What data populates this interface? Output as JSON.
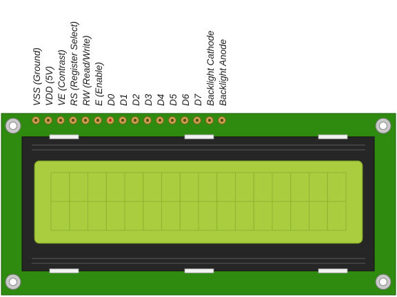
{
  "pins": [
    {
      "label": "VSS (Ground)"
    },
    {
      "label": "VDD (5V)"
    },
    {
      "label": "VE (Contrast)"
    },
    {
      "label": "RS (Register Select)"
    },
    {
      "label": "RW (Read/Write)"
    },
    {
      "label": "E (Enable)"
    },
    {
      "label": "D0"
    },
    {
      "label": "D1"
    },
    {
      "label": "D2"
    },
    {
      "label": "D3"
    },
    {
      "label": "D4"
    },
    {
      "label": "D5"
    },
    {
      "label": "D6"
    },
    {
      "label": "D7"
    },
    {
      "label": "Backlight Cathode"
    },
    {
      "label": "Backlight Anode"
    }
  ],
  "highlighted_pin_index": 6,
  "display": {
    "rows": 2,
    "columns": 16
  },
  "colors": {
    "pcb": "#2f8a10",
    "pcb_dark": "#237008",
    "bezel": "#262626",
    "screen": "#a9cd3e",
    "cell_line": "#8fb431",
    "pad": "#caa24a",
    "pin_highlight": "#c0322a"
  }
}
